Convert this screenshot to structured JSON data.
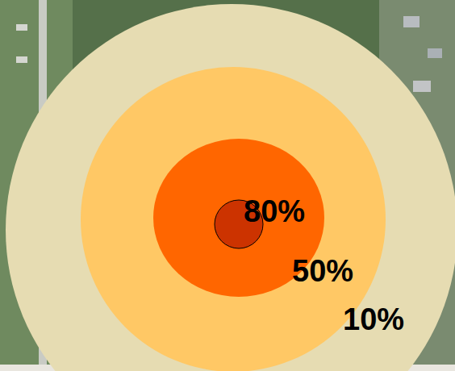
{
  "diagram": {
    "nodes": [
      {
        "text": [
          "10%"
        ]
      },
      {
        "text": [
          "50%"
        ],
        "in": 0
      },
      {
        "text": [
          "80%"
        ],
        "in": 1
      }
    ]
  }
}
